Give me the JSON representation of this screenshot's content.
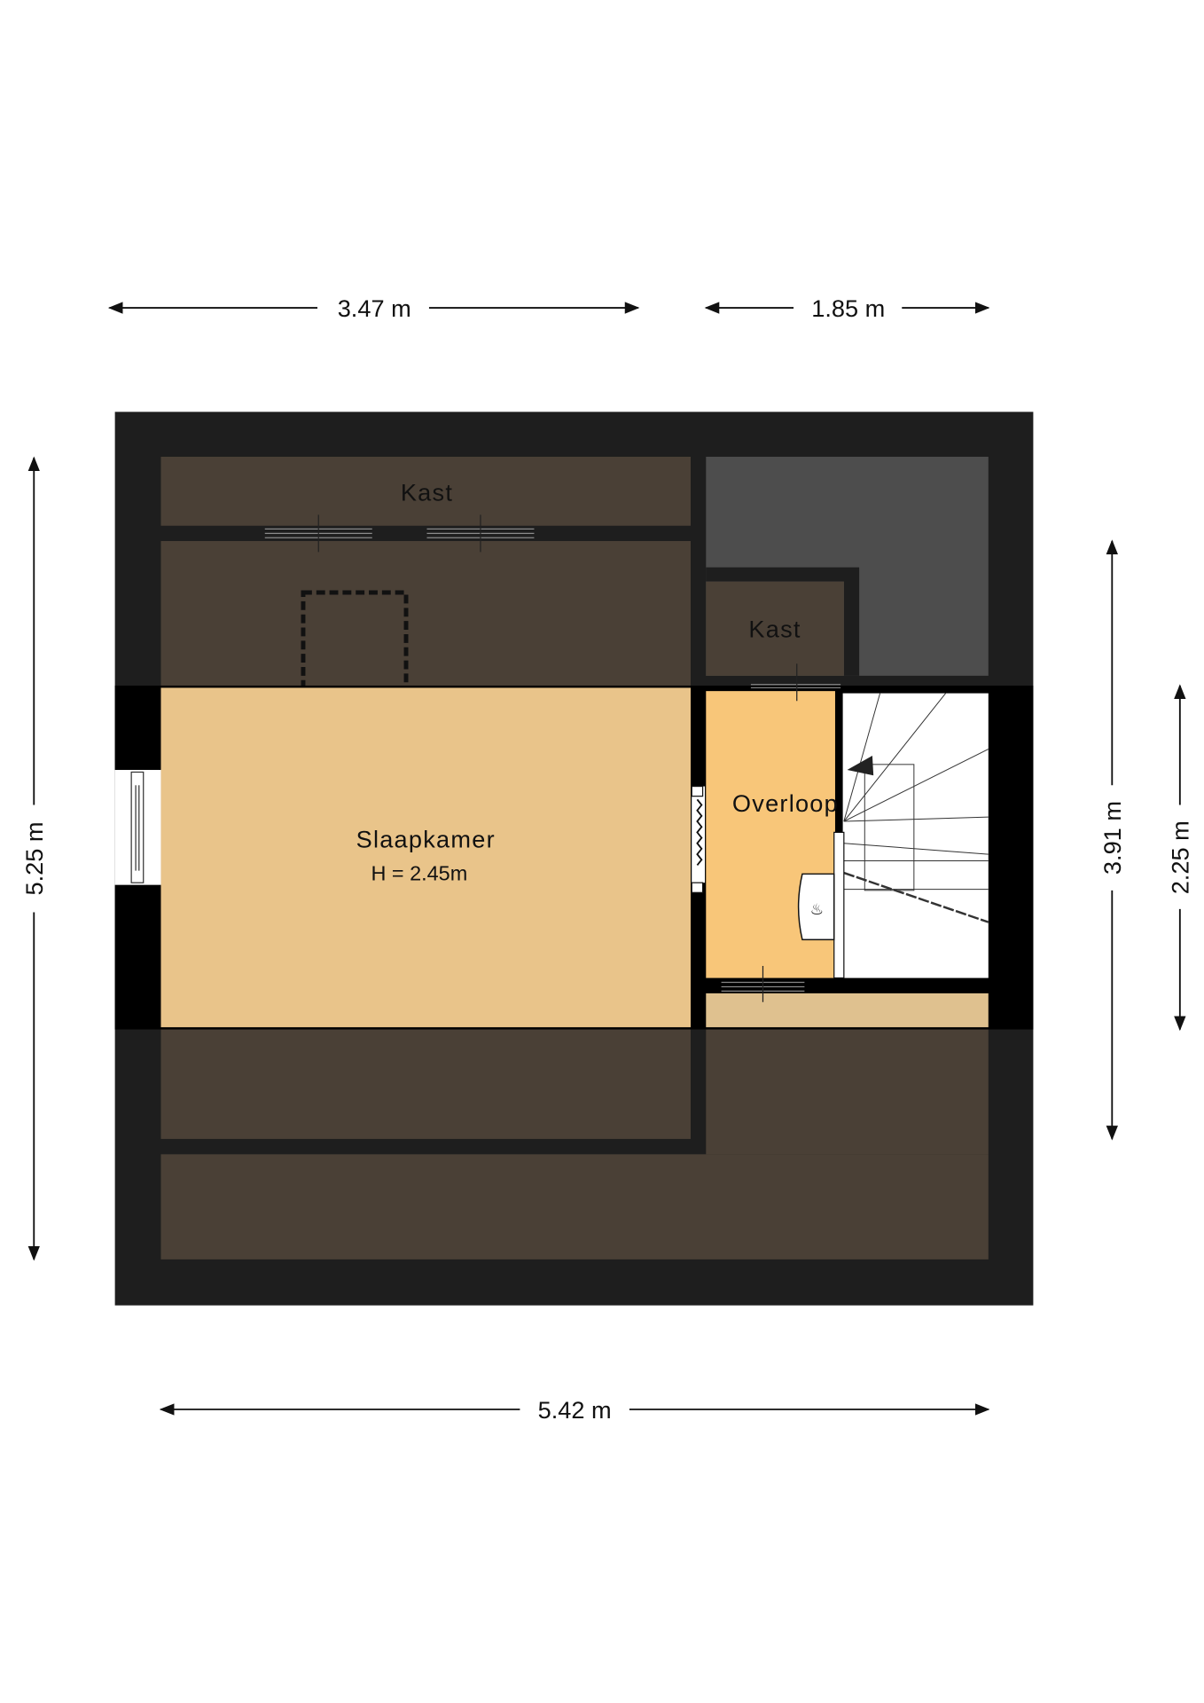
{
  "rooms": {
    "kast_top": "Kast",
    "kast_right": "Kast",
    "slaapkamer": "Slaapkamer",
    "slaapkamer_height": "H = 2.45m",
    "overloop": "Overloop"
  },
  "dimensions": {
    "top_left": "3.47 m",
    "top_right": "1.85 m",
    "bottom": "5.42 m",
    "left": "5.25 m",
    "right_outer": "3.91 m",
    "right_inner": "2.25 m"
  },
  "colors": {
    "outer_wall": "#1e1e1e",
    "wall": "#000000",
    "attic": "#4a4036",
    "void": "#4d4d4d",
    "slaapkamer": "#e9c48a",
    "overloop": "#f8c679",
    "strip": "#dfc18f",
    "stairs": "#ffffff"
  }
}
